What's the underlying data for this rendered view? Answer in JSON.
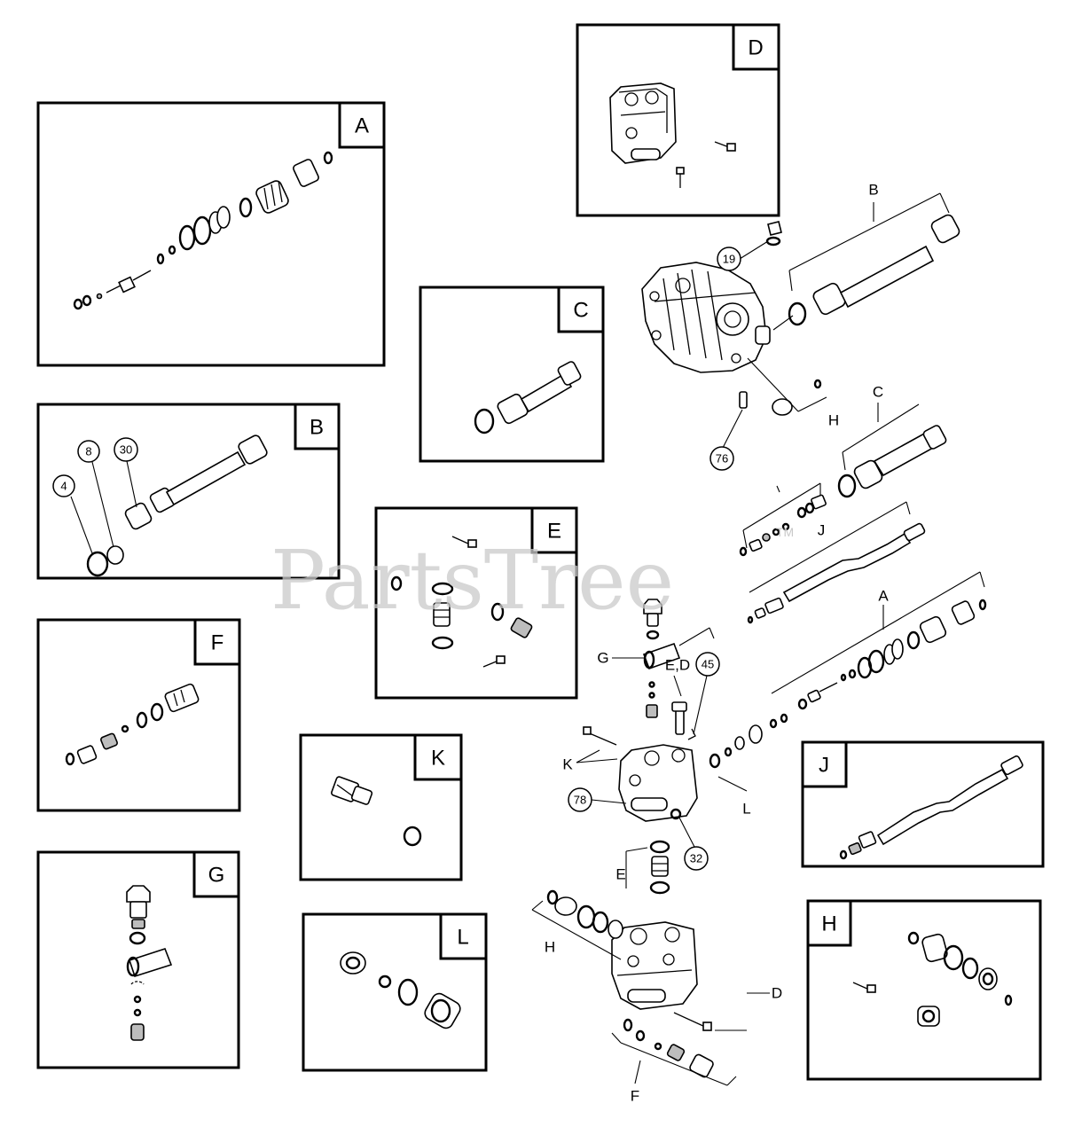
{
  "watermark": {
    "text": "PartsTree",
    "tm": "TM"
  },
  "panels": [
    {
      "id": "D",
      "label": "D"
    },
    {
      "id": "A",
      "label": "A"
    },
    {
      "id": "C",
      "label": "C"
    },
    {
      "id": "B",
      "label": "B"
    },
    {
      "id": "E",
      "label": "E"
    },
    {
      "id": "F",
      "label": "F"
    },
    {
      "id": "K",
      "label": "K"
    },
    {
      "id": "G",
      "label": "G"
    },
    {
      "id": "L",
      "label": "L"
    },
    {
      "id": "J",
      "label": "J"
    },
    {
      "id": "H",
      "label": "H"
    }
  ],
  "panel_b_callouts": [
    "4",
    "8",
    "30"
  ],
  "callouts": [
    "19",
    "76",
    "45",
    "78",
    "32"
  ],
  "group_labels": [
    "B",
    "H",
    "C",
    "J",
    "A",
    "G",
    "E,D",
    "K",
    "L",
    "E",
    "H",
    "D",
    "F"
  ]
}
